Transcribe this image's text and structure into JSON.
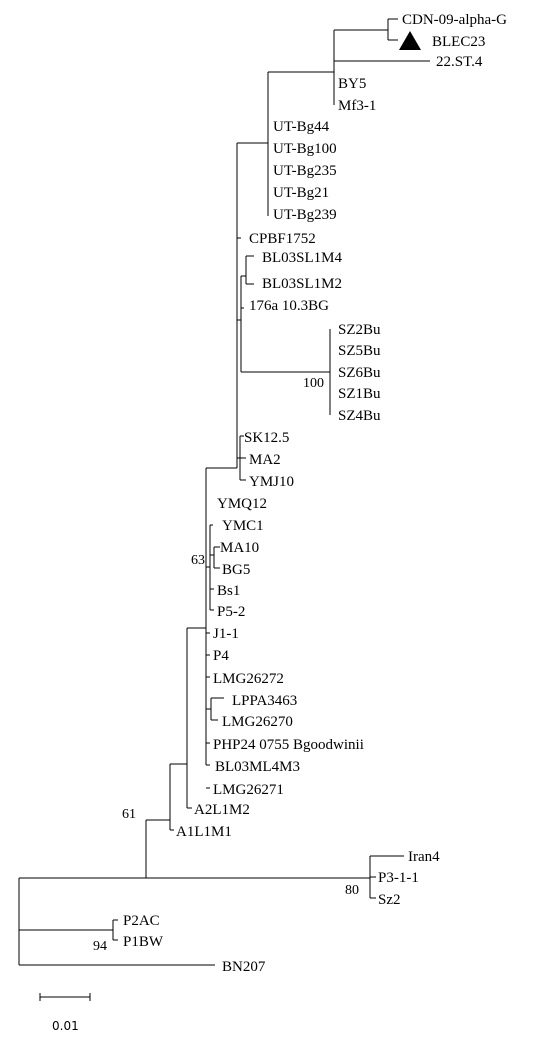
{
  "taxa": {
    "cdn09": "CDN-09-alpha-G",
    "blec23": "BLEC23",
    "st22": "22.ST.4",
    "by5": "BY5",
    "mf31": "Mf3-1",
    "utbg44": "UT-Bg44",
    "utbg100": "UT-Bg100",
    "utbg235": "UT-Bg235",
    "utbg21": "UT-Bg21",
    "utbg239": "UT-Bg239",
    "cpbf1752": "CPBF1752",
    "bl03sl1m4": "BL03SL1M4",
    "bl03sl1m2": "BL03SL1M2",
    "a176": "176a 10.3BG",
    "sz2bu": "SZ2Bu",
    "sz5bu": "SZ5Bu",
    "sz6bu": "SZ6Bu",
    "sz1bu": "SZ1Bu",
    "sz4bu": "SZ4Bu",
    "sk125": "SK12.5",
    "ma2": "MA2",
    "ymj10": "YMJ10",
    "ymq12": "YMQ12",
    "ymc1": "YMC1",
    "ma10": "MA10",
    "bg5": "BG5",
    "bs1": "Bs1",
    "p52": "P5-2",
    "j11": "J1-1",
    "p4": "P4",
    "lmg26272": "LMG26272",
    "lppa3463": "LPPA3463",
    "lmg26270": "LMG26270",
    "php24": "PHP24 0755 Bgoodwinii",
    "bl03ml4m3": "BL03ML4M3",
    "lmg26271": "LMG26271",
    "a2l1m2": "A2L1M2",
    "a1l1m1": "A1L1M1",
    "iran4": "Iran4",
    "p311": "P3-1-1",
    "sz2": "Sz2",
    "p2ac": "P2AC",
    "p1bw": "P1BW",
    "bn207": "BN207"
  },
  "bootstrap": {
    "sz_clade": "100",
    "clade_63": "63",
    "clade_61": "61",
    "iran_clade": "80",
    "p_clade": "94"
  },
  "scale_bar": {
    "label": "0.01"
  },
  "marker": {
    "shape": "triangle",
    "color": "#000000",
    "target": "BLEC23"
  }
}
